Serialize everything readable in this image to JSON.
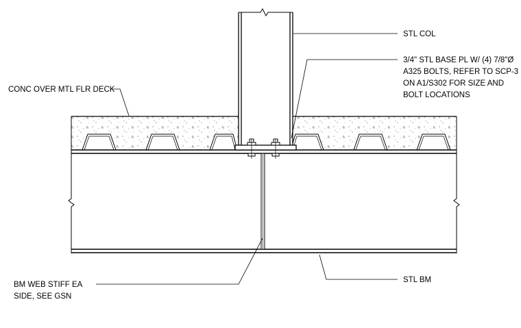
{
  "labels": {
    "stl_col": "STL COL",
    "base_pl": [
      "3/4\" STL BASE PL W/ (4) 7/8\"Ø",
      "A325 BOLTS, REFER TO SCP-3",
      "ON A1/S302 FOR SIZE AND",
      "BOLT LOCATIONS"
    ],
    "conc": "CONC OVER MTL FLR DECK",
    "web_stiff": [
      "BM WEB STIFF EA",
      "SIDE, SEE GSN"
    ],
    "stl_bm": "STL BM"
  },
  "colors": {
    "ink": "#000000",
    "paper": "#ffffff",
    "concrete": "#f4f4f4"
  }
}
